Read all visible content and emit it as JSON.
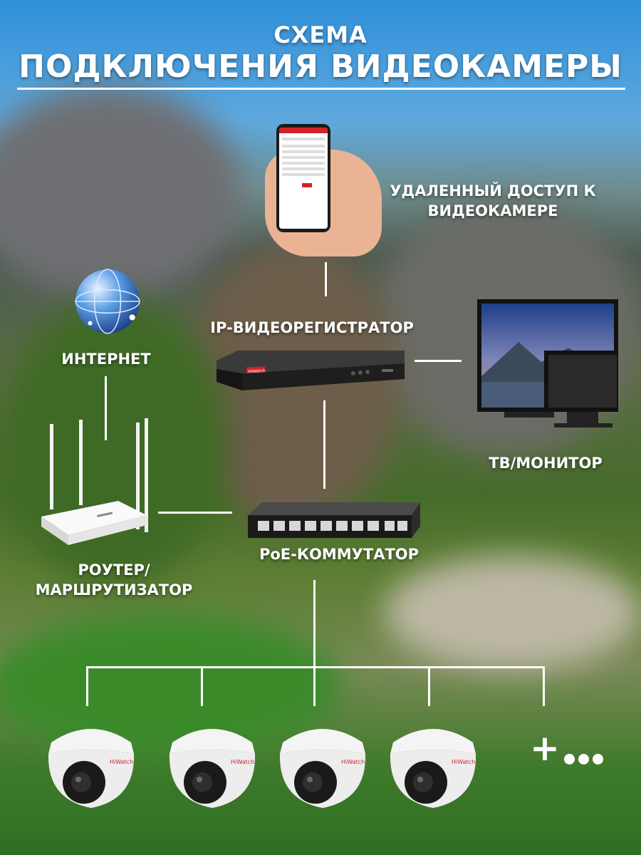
{
  "header": {
    "title_line1": "СХЕМА",
    "title_line2": "ПОДКЛЮЧЕНИЯ ВИДЕОКАМЕРЫ"
  },
  "nodes": {
    "remote_access": "УДАЛЕННЫЙ ДОСТУП К ВИДЕОКАМЕРЕ",
    "nvr": "IP-ВИДЕОРЕГИСТРАТОР",
    "internet": "ИНТЕРНЕТ",
    "tv_monitor": "ТВ/МОНИТОР",
    "poe_switch": "PoE-КОММУТАТОР",
    "router_line1": "РОУТЕР/",
    "router_line2": "МАРШРУТИЗАТОР"
  },
  "brand": "HiWatch",
  "more_cameras": "+",
  "colors": {
    "text": "#ffffff",
    "lines": "#ffffff",
    "brand_red": "#d3232a"
  }
}
